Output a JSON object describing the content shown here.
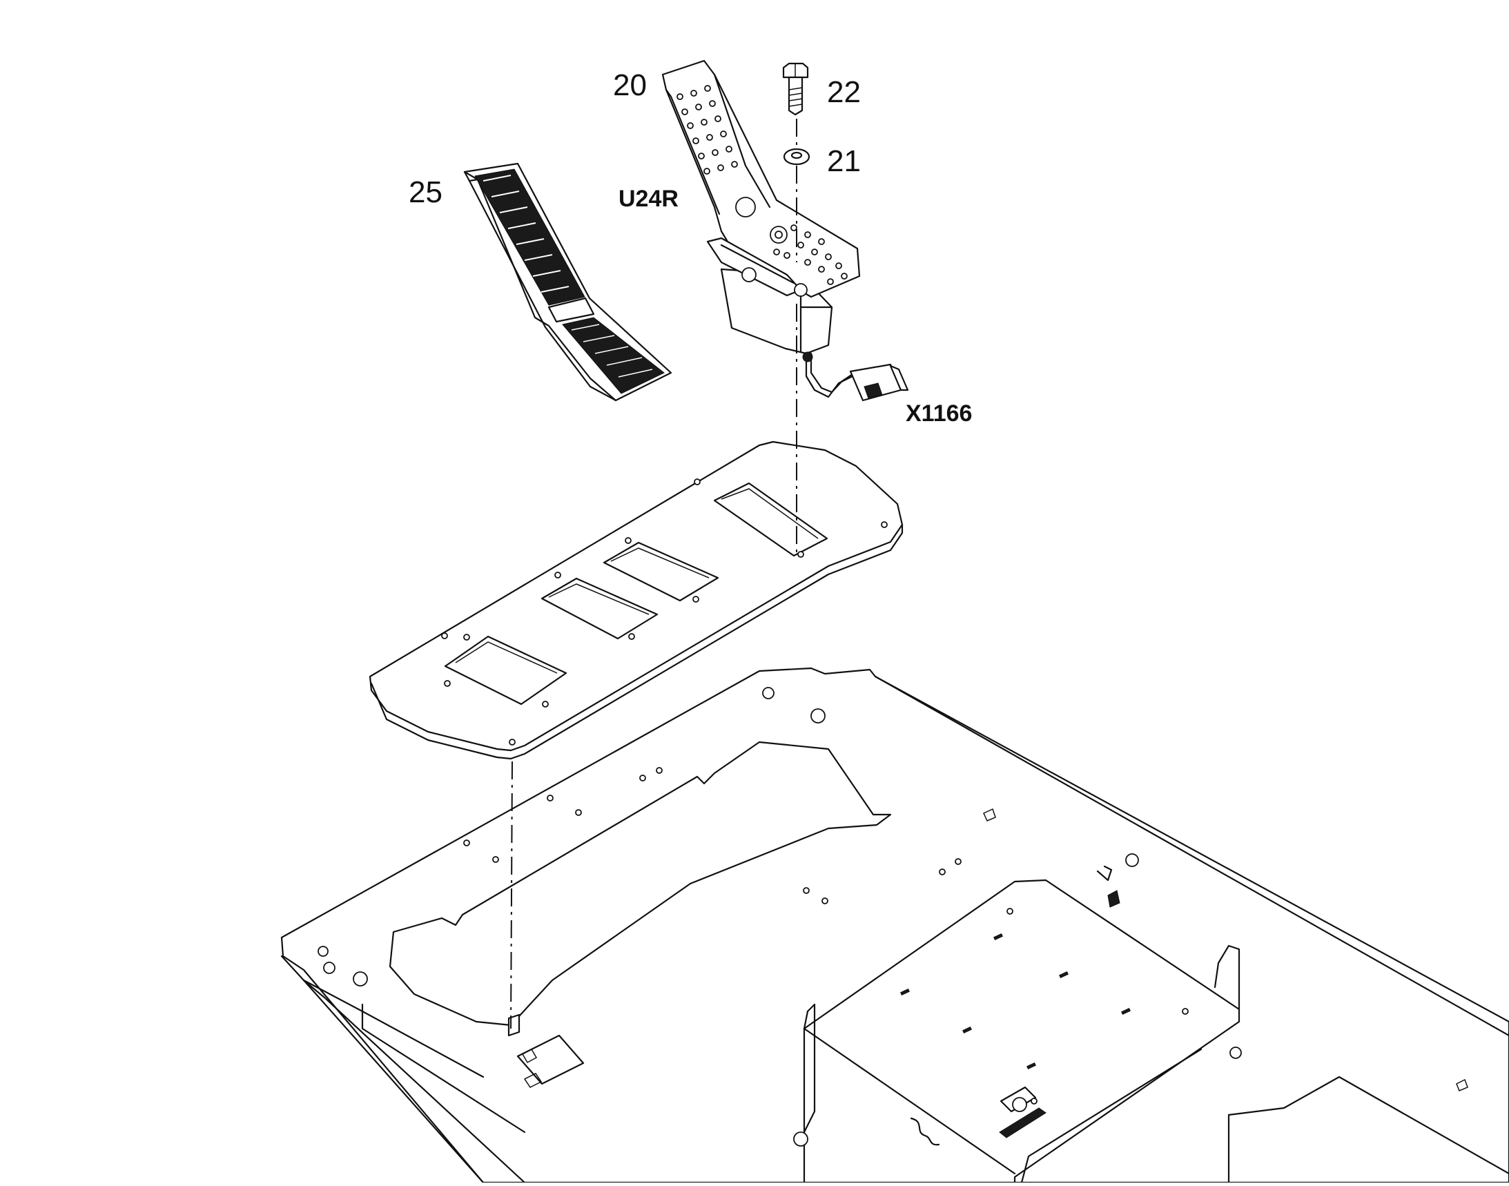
{
  "callouts": {
    "c20": "20",
    "c22": "22",
    "c21": "21",
    "c25": "25"
  },
  "references": {
    "pedal_module": "U24R",
    "connector": "X1166"
  },
  "colors": {
    "line": "#111111",
    "background": "#ffffff"
  }
}
